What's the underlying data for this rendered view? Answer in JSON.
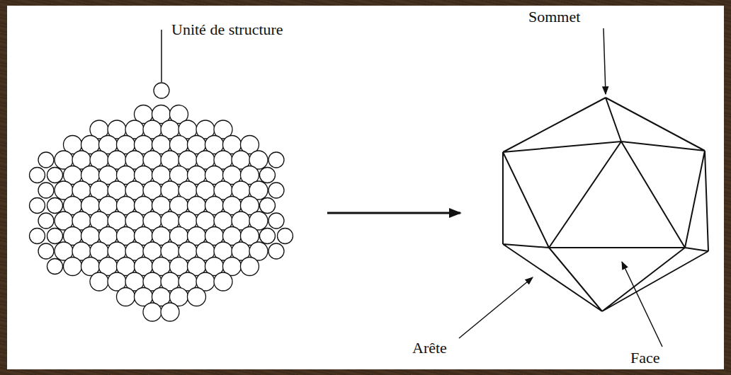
{
  "diagram": {
    "labels": [
      "Unité de structure",
      "Sommet",
      "Arête",
      "Face"
    ]
  }
}
